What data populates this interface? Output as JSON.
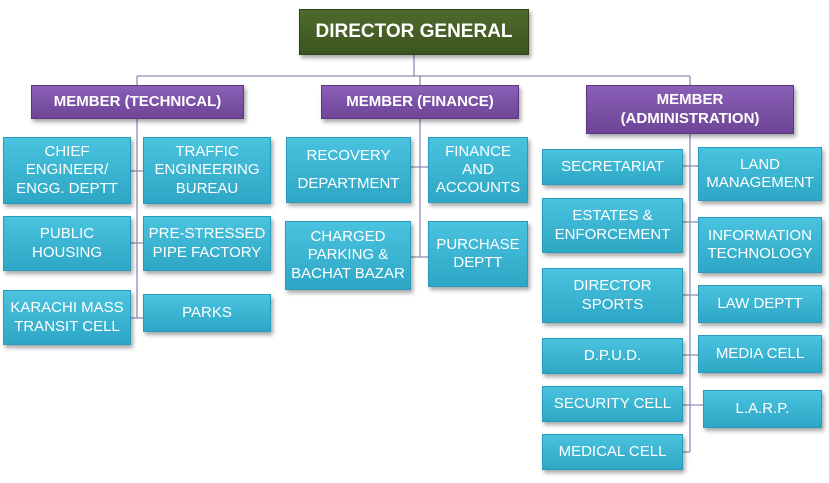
{
  "top": {
    "title": "DIRECTOR GENERAL"
  },
  "members": {
    "technical": "MEMBER (TECHNICAL)",
    "finance": "MEMBER (FINANCE)",
    "administration": "MEMBER\n(ADMINISTRATION)"
  },
  "technical_units": {
    "chief_engineer": "CHIEF\nENGINEER/\nENGG. DEPTT",
    "traffic_engineering": "TRAFFIC\nENGINEERING\nBUREAU",
    "public_housing": "PUBLIC\nHOUSING",
    "pre_stressed": "PRE-STRESSED\nPIPE FACTORY",
    "karachi_mass_transit": "KARACHI MASS\nTRANSIT CELL",
    "parks": "PARKS"
  },
  "finance_units": {
    "recovery": "RECOVERY\n\nDEPARTMENT",
    "finance_accounts": "FINANCE\nAND\nACCOUNTS",
    "charged_parking": "CHARGED\nPARKING &\nBACHAT BAZAR",
    "purchase": "PURCHASE\nDEPTT"
  },
  "admin_units": {
    "secretariat": "SECRETARIAT",
    "land_management": "LAND\nMANAGEMENT",
    "estates": "ESTATES &\nENFORCEMENT",
    "information_technology": "INFORMATION\nTECHNOLOGY",
    "director_sports": "DIRECTOR\nSPORTS",
    "law": "LAW DEPTT",
    "dpud": "D.P.U.D.",
    "media": "MEDIA CELL",
    "security": "SECURITY CELL",
    "larp": "L.A.R.P.",
    "medical": "MEDICAL CELL"
  }
}
